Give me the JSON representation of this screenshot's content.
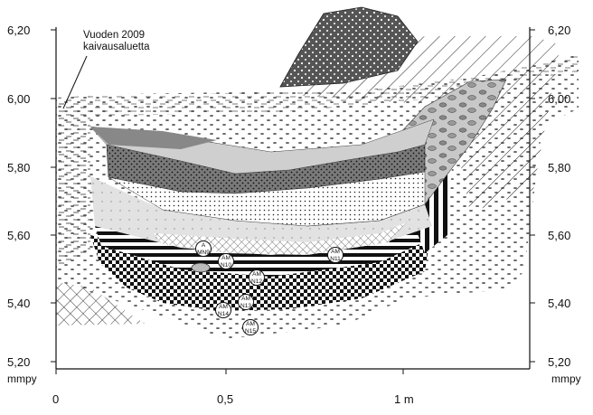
{
  "annotation": {
    "line1": "Vuoden 2009",
    "line2": "kaivausaluetta"
  },
  "y_axis_left": {
    "unit": "mmpy",
    "ticks": [
      "6,20",
      "6,00",
      "5,80",
      "5,60",
      "5,40",
      "5,20"
    ]
  },
  "y_axis_right": {
    "unit": "mmpy",
    "ticks": [
      "6,20",
      "6,00",
      "5,80",
      "5,60",
      "5,40",
      "5,20"
    ]
  },
  "x_axis": {
    "ticks": [
      "0",
      "0,5",
      "1 m"
    ]
  },
  "samples": [
    {
      "top": "A",
      "bottom": "MN9"
    },
    {
      "top": "AM",
      "bottom": "N10"
    },
    {
      "top": "AM",
      "bottom": "N11"
    },
    {
      "top": "AM",
      "bottom": "N12"
    },
    {
      "top": "AM",
      "bottom": "N13"
    },
    {
      "top": "AM",
      "bottom": "N14"
    },
    {
      "top": "AM",
      "bottom": "N15"
    }
  ],
  "colors": {
    "ink": "#111111",
    "dark_fill": "#555555",
    "mid_fill": "#888888",
    "light_fill": "#bbbbbb",
    "pale_fill": "#d8d8d8"
  }
}
